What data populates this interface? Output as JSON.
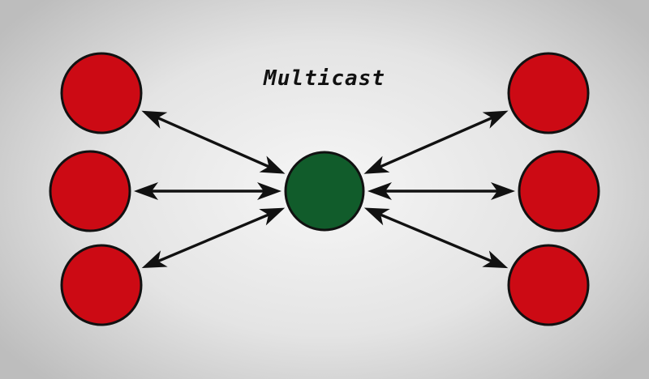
{
  "title": "Multicast",
  "colors": {
    "hub_fill": "#115c2b",
    "node_fill": "#cc0a14",
    "stroke": "#111111"
  },
  "hub": {
    "id": "hub"
  },
  "nodes": [
    {
      "id": "node-top-left"
    },
    {
      "id": "node-middle-left"
    },
    {
      "id": "node-bottom-left"
    },
    {
      "id": "node-top-right"
    },
    {
      "id": "node-middle-right"
    },
    {
      "id": "node-bottom-right"
    }
  ],
  "links": [
    {
      "from": "hub",
      "to": "node-top-left",
      "direction": "bidirectional"
    },
    {
      "from": "hub",
      "to": "node-middle-left",
      "direction": "bidirectional"
    },
    {
      "from": "hub",
      "to": "node-bottom-left",
      "direction": "bidirectional"
    },
    {
      "from": "hub",
      "to": "node-top-right",
      "direction": "bidirectional"
    },
    {
      "from": "hub",
      "to": "node-middle-right",
      "direction": "bidirectional"
    },
    {
      "from": "hub",
      "to": "node-bottom-right",
      "direction": "bidirectional"
    }
  ]
}
